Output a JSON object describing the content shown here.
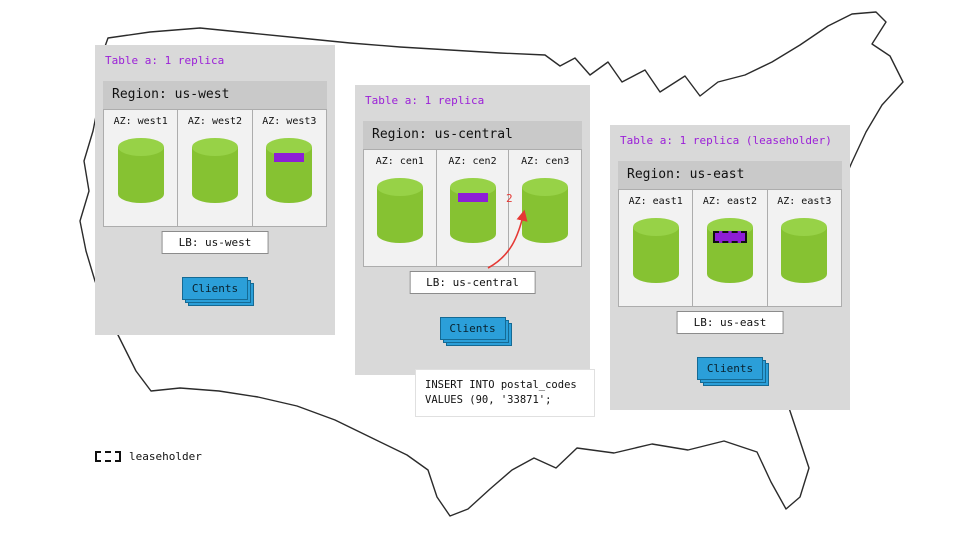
{
  "map": {
    "name": "us-outline"
  },
  "colors": {
    "panel_bg": "#d9d9d9",
    "region_bar": "#c9c9c9",
    "database_green": "#8cc63e",
    "replica_purple": "#8d1ed6",
    "header_purple": "#9b1fd8",
    "clients_blue": "#2b9fd9",
    "arrow_red": "#e53935"
  },
  "icons": {
    "database": "cylinder-shape",
    "clients": "stacked-rectangles",
    "leaseholder": "dashed-purple-rectangle"
  },
  "panels": [
    {
      "id": "us-west",
      "header": "Table a: 1 replica",
      "region": "Region: us-west",
      "azs": [
        {
          "label": "AZ: west1",
          "replica": false,
          "leaseholder": false
        },
        {
          "label": "AZ: west2",
          "replica": false,
          "leaseholder": false
        },
        {
          "label": "AZ: west3",
          "replica": true,
          "leaseholder": false
        }
      ],
      "lb": "LB: us-west",
      "clients": "Clients"
    },
    {
      "id": "us-central",
      "header": "Table a: 1 replica",
      "region": "Region: us-central",
      "azs": [
        {
          "label": "AZ: cen1",
          "replica": false,
          "leaseholder": false
        },
        {
          "label": "AZ: cen2",
          "replica": true,
          "leaseholder": false
        },
        {
          "label": "AZ: cen3",
          "replica": false,
          "leaseholder": false
        }
      ],
      "lb": "LB: us-central",
      "clients": "Clients"
    },
    {
      "id": "us-east",
      "header": "Table a: 1 replica (leaseholder)",
      "region": "Region: us-east",
      "azs": [
        {
          "label": "AZ: east1",
          "replica": false,
          "leaseholder": false
        },
        {
          "label": "AZ: east2",
          "replica": true,
          "leaseholder": true
        },
        {
          "label": "AZ: east3",
          "replica": false,
          "leaseholder": false
        }
      ],
      "lb": "LB: us-east",
      "clients": "Clients"
    }
  ],
  "annotation": {
    "arrow_label": "2"
  },
  "query": {
    "line1": "INSERT INTO postal_codes",
    "line2": "VALUES (90, '33871';"
  },
  "legend": {
    "label": "leaseholder"
  }
}
